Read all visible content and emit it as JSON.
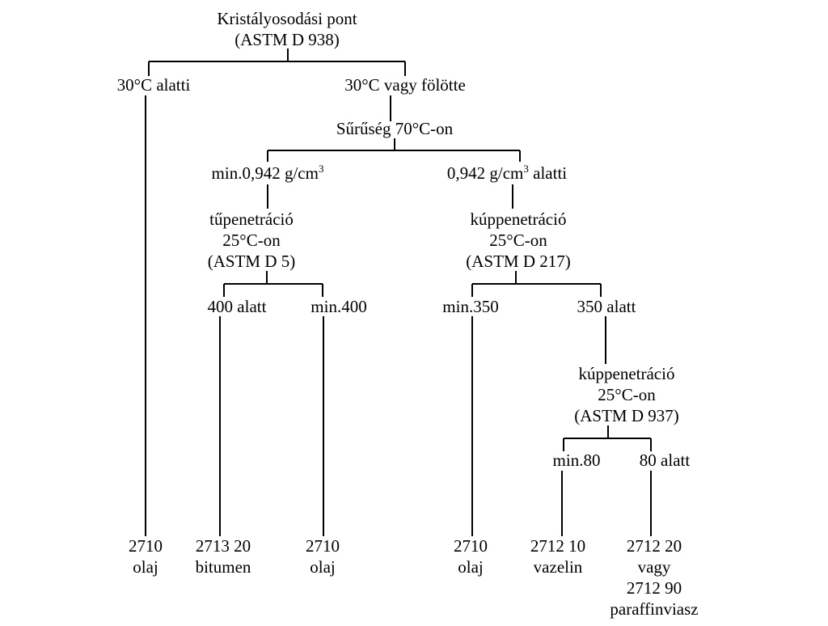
{
  "colors": {
    "line": "#000000",
    "text": "#000000",
    "background": "#ffffff"
  },
  "nodes": {
    "root": {
      "lines": [
        "Kristályosodási pont",
        "(ASTM D 938)"
      ]
    },
    "below30": {
      "lines": [
        "30°C alatti"
      ]
    },
    "above30": {
      "lines": [
        "30°C vagy fölötte"
      ]
    },
    "density": {
      "lines": [
        "Sűrűség 70°C-on"
      ]
    },
    "dmin": {
      "pre": "min.0,942 g/cm",
      "sup": "3",
      "post": ""
    },
    "dbelow": {
      "pre": "0,942 g/cm",
      "sup": "3",
      "post": " alatti"
    },
    "needle": {
      "lines": [
        "tűpenetráció",
        "25°C-on",
        "(ASTM D 5)"
      ]
    },
    "cone1": {
      "lines": [
        "kúppenetráció",
        "25°C-on",
        "(ASTM D 217)"
      ]
    },
    "n400b": {
      "lines": [
        "400 alatt"
      ]
    },
    "n400m": {
      "lines": [
        "min.400"
      ]
    },
    "n350m": {
      "lines": [
        "min.350"
      ]
    },
    "n350b": {
      "lines": [
        "350 alatt"
      ]
    },
    "cone2": {
      "lines": [
        "kúppenetráció",
        "25°C-on",
        "(ASTM D 937)"
      ]
    },
    "n80m": {
      "lines": [
        "min.80"
      ]
    },
    "n80b": {
      "lines": [
        "80 alatt"
      ]
    },
    "r1": {
      "lines": [
        "2710",
        "olaj"
      ]
    },
    "r2": {
      "lines": [
        "2713 20",
        "bitumen"
      ]
    },
    "r3": {
      "lines": [
        "2710",
        "olaj"
      ]
    },
    "r4": {
      "lines": [
        "2710",
        "olaj"
      ]
    },
    "r5": {
      "lines": [
        "2712 10",
        "vazelin"
      ]
    },
    "r6": {
      "lines": [
        "2712 20",
        "vagy",
        "2712 90",
        "paraffinviasz"
      ]
    }
  }
}
